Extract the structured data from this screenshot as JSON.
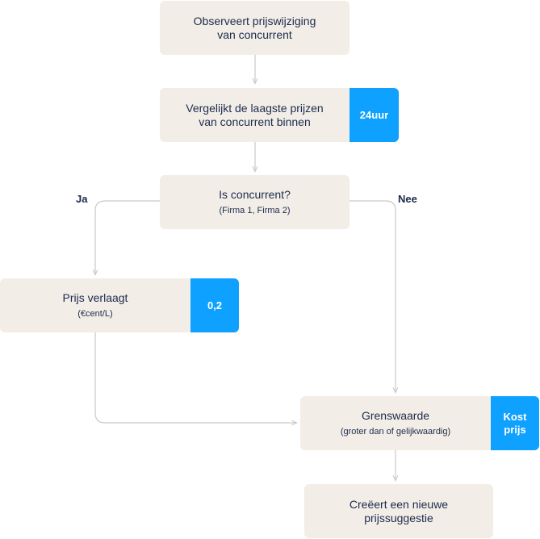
{
  "nodes": {
    "observe": {
      "line1": "Observeert prijswijziging",
      "line2": "van concurrent"
    },
    "compare": {
      "line1": "Vergelijkt de laagste prijzen",
      "line2": "van concurrent binnen",
      "badge": "24uur"
    },
    "decision": {
      "title": "Is concurrent?",
      "subtitle": "(Firma 1, Firma 2)"
    },
    "lower": {
      "title": "Prijs verlaagt",
      "subtitle": "(€cent/L)",
      "badge": "0,2"
    },
    "threshold": {
      "title": "Grenswaarde",
      "subtitle": "(groter dan of gelijkwaardig)",
      "badge_line1": "Kost",
      "badge_line2": "prijs"
    },
    "create": {
      "line1": "Creëert een nieuwe",
      "line2": "prijssuggestie"
    }
  },
  "branches": {
    "yes": "Ja",
    "no": "Nee"
  },
  "colors": {
    "node_fill": "#f2eee7",
    "badge_fill": "#0ea1ff",
    "text": "#1d2a4d",
    "connector": "#c9c9c9"
  }
}
